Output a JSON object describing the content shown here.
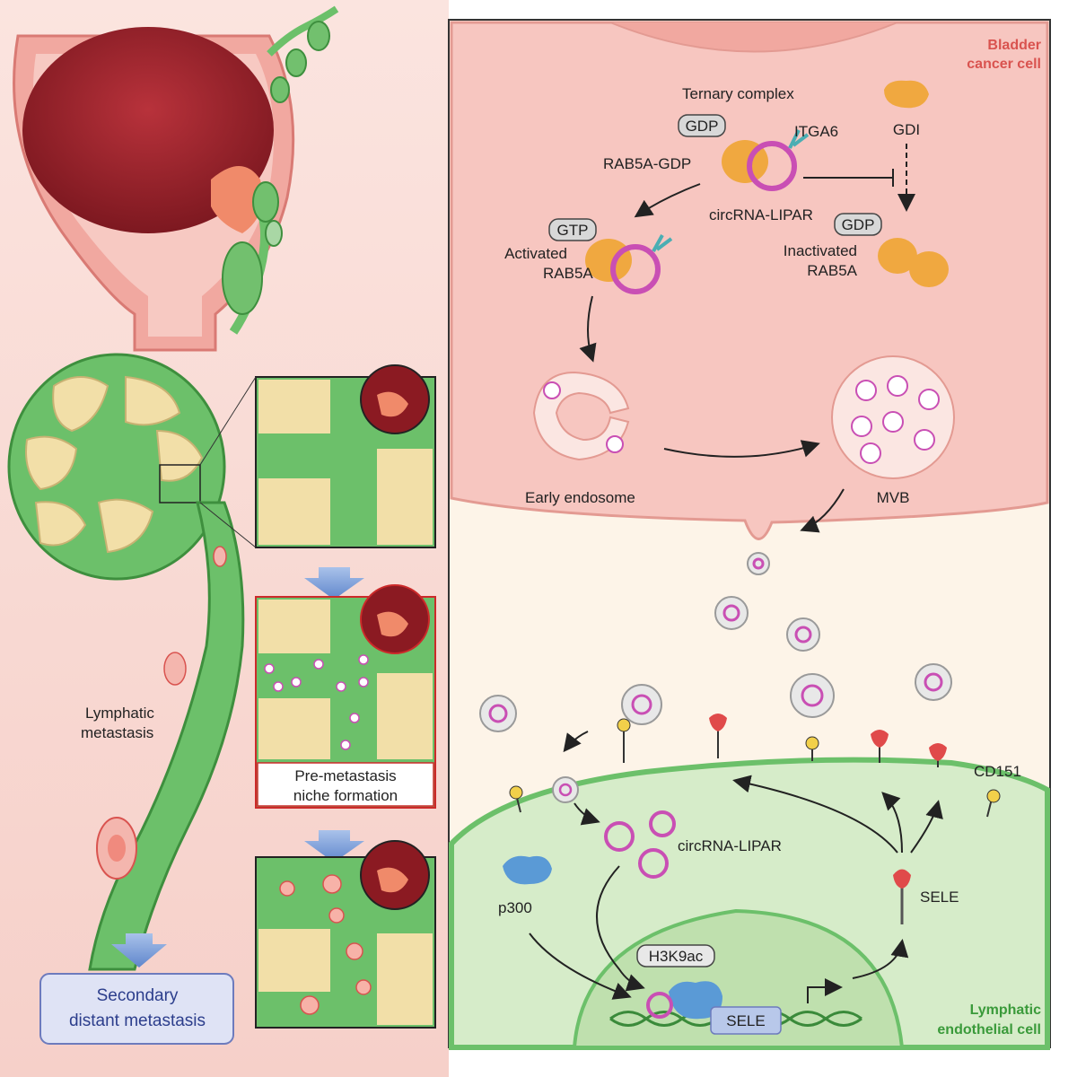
{
  "left_panel": {
    "lymphatic_label_line1": "Lymphatic",
    "lymphatic_label_line2": "metastasis",
    "secondary_line1": "Secondary",
    "secondary_line2": "distant metastasis"
  },
  "middle_panel": {
    "niche_line1": "Pre-metastasis",
    "niche_line2": "niche formation"
  },
  "right_panel": {
    "bladder_line1": "Bladder",
    "bladder_line2": "cancer cell",
    "ternary_complex": "Ternary complex",
    "gdp_top": "GDP",
    "itga6": "ITGA6",
    "gdi": "GDI",
    "rab5a_gdp": "RAB5A-GDP",
    "circrna_top": "circRNA-LIPAR",
    "gtp": "GTP",
    "activated_line1": "Activated",
    "activated_line2": "RAB5A",
    "gdp_right": "GDP",
    "inactivated_line1": "Inactivated",
    "inactivated_line2": "RAB5A",
    "early_endosome": "Early endosome",
    "mvb": "MVB",
    "cd151": "CD151",
    "circrna_bottom": "circRNA-LIPAR",
    "p300": "p300",
    "sele_right": "SELE",
    "h3k9ac": "H3K9ac",
    "sele_gene": "SELE",
    "lymphatic_line1": "Lymphatic",
    "lymphatic_line2": "endothelial cell"
  },
  "colors": {
    "bladder_pink": "#f4b6ae",
    "lymph_green": "#6cc06a",
    "node_tan": "#f2dfa8",
    "circ_magenta": "#c94fb4",
    "rab_orange": "#f0a840",
    "itga_teal": "#4aaeb3",
    "arrow_blue": "#7fa3d9"
  }
}
